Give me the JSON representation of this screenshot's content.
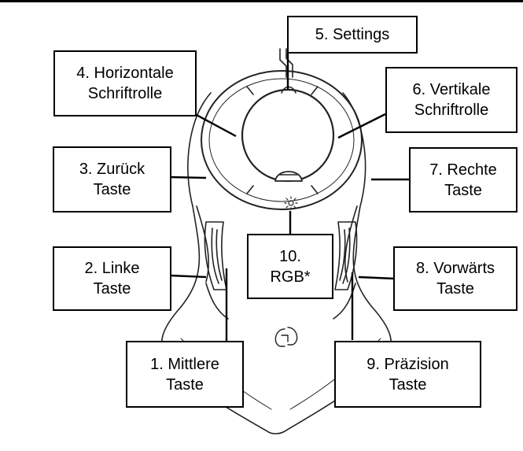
{
  "labels": {
    "settings": "5. Settings",
    "horizontal": "4. Horizontale\nSchriftrolle",
    "vertical": "6. Vertikale\nSchriftrolle",
    "back": "3. Zurück\nTaste",
    "right": "7. Rechte\nTaste",
    "left": "2. Linke\nTaste",
    "rgb": "10.\nRGB*",
    "forward": "8. Vorwärts\nTaste",
    "middle": "1. Mittlere\nTaste",
    "precision": "9. Präzision\nTaste"
  }
}
